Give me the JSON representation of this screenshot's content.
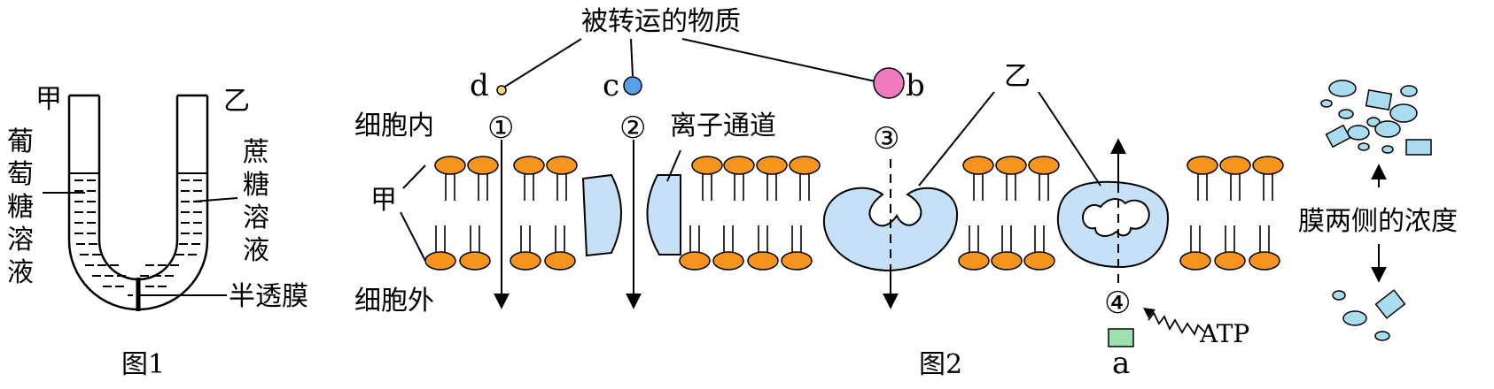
{
  "figure1": {
    "caption": "图1",
    "left_tube_label": "甲",
    "right_tube_label": "乙",
    "left_solution": "葡萄糖溶液",
    "right_solution": "蔗糖溶液",
    "membrane_label": "半透膜"
  },
  "figure2": {
    "caption": "图2",
    "transported_substance": "被转运的物质",
    "substances": [
      {
        "id": "d",
        "color": "#f6d77a"
      },
      {
        "id": "c",
        "color": "#5aa0e8"
      },
      {
        "id": "b",
        "color": "#f07ac0"
      },
      {
        "id": "a",
        "color": "#9ee0b0"
      }
    ],
    "inside_label": "细胞内",
    "outside_label": "细胞外",
    "ion_channel_label": "离子通道",
    "lipid_label": "甲",
    "carrier_label": "乙",
    "pathways": [
      "①",
      "②",
      "③",
      "④"
    ],
    "energy_label": "ATP",
    "concentration_label": "膜两侧的浓度"
  },
  "colors": {
    "lipid_head": "#f7941d",
    "protein_fill": "#c6e0f7",
    "small_particles": "#a9dcef"
  }
}
